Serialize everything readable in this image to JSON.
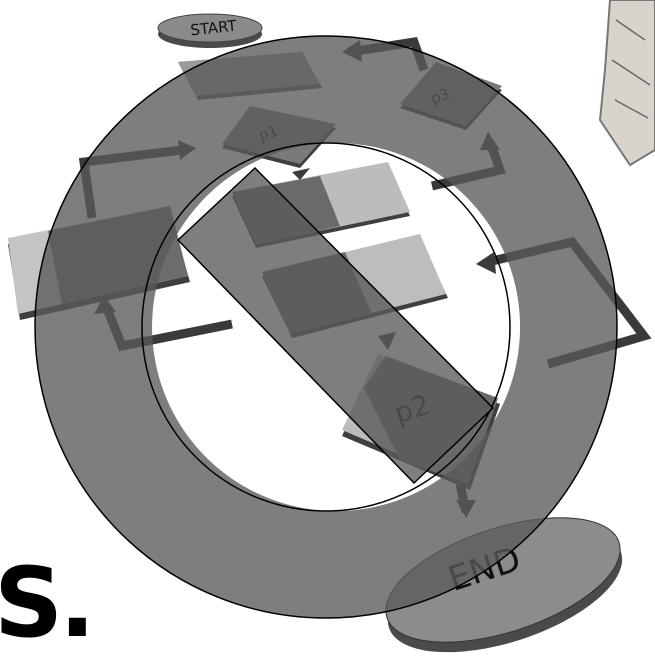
{
  "diagram": {
    "nodes": {
      "start": "START",
      "p1": "p1",
      "p2": "p2",
      "p3": "p3",
      "end": "END"
    },
    "edge_text": "S."
  },
  "colors": {
    "background": "#ffffff",
    "box_light": "#c9c9c9",
    "box_dark": "#6e6e6e",
    "box_side": "#3f3f3f",
    "arrow": "#3a3a3a",
    "overlay": "#5a5a5a",
    "overlay_stroke": "#000000"
  },
  "overlay_symbol": "prohibition-sign",
  "decoration": "scroll-paper-image"
}
